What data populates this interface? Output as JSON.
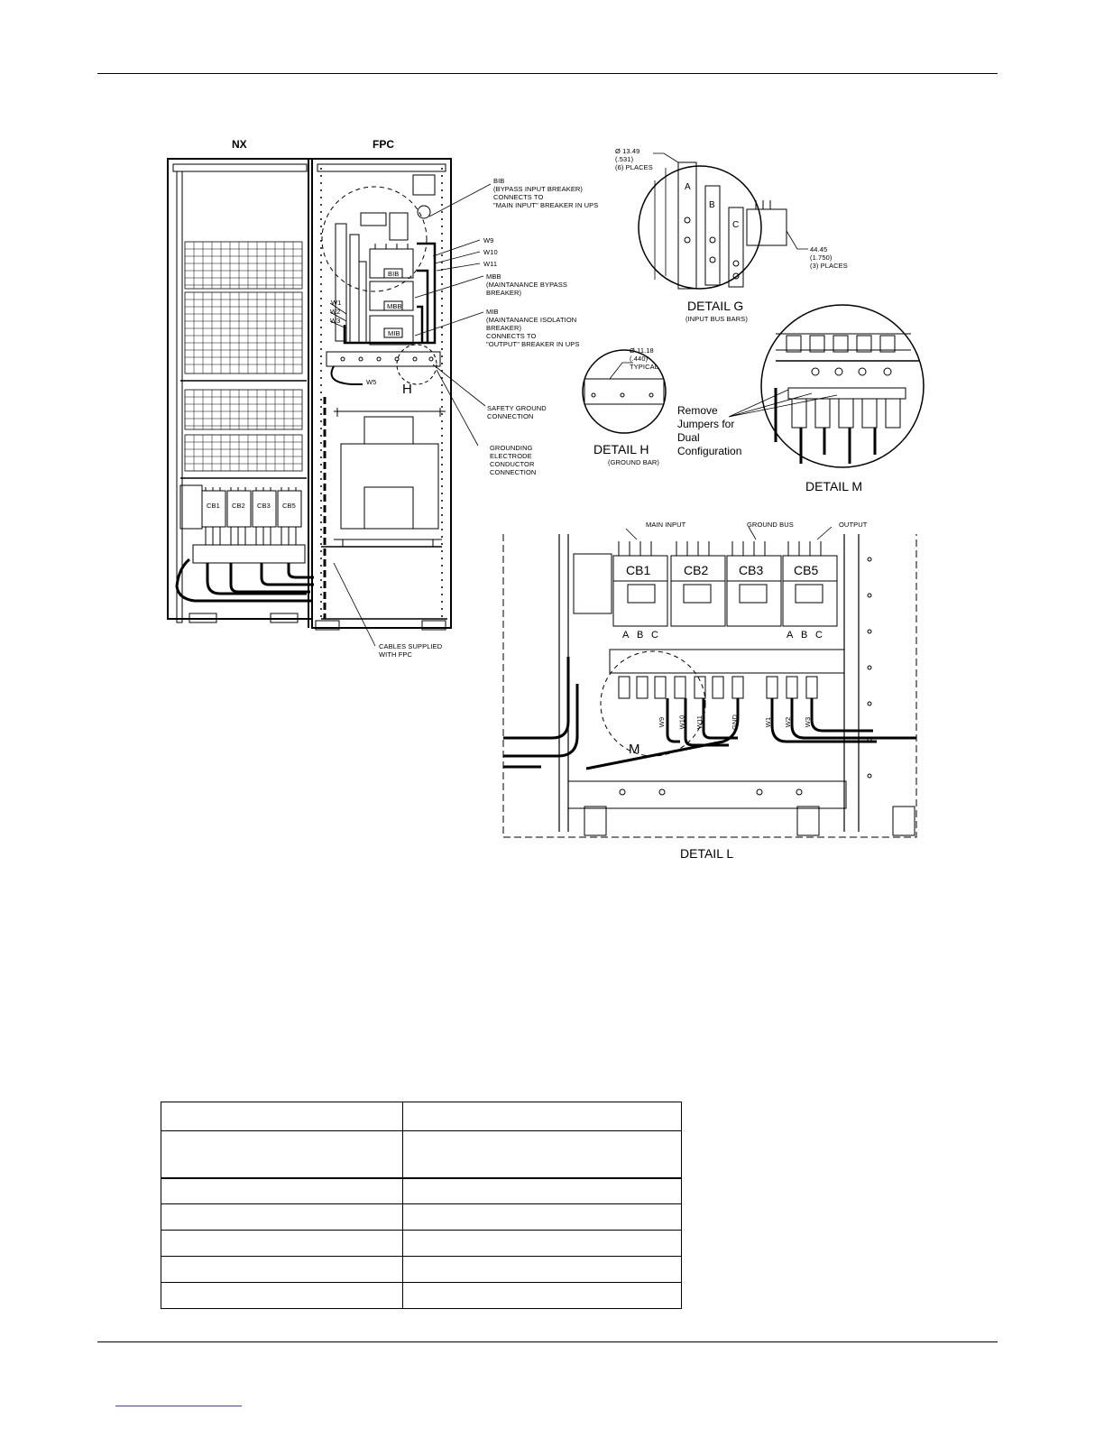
{
  "figure": {
    "panel_labels": {
      "nx": "NX",
      "fpc": "FPC"
    },
    "callouts": {
      "bib": [
        "BIB",
        "(BYPASS INPUT BREAKER)",
        "CONNECTS TO",
        "\"MAIN INPUT\" BREAKER IN UPS"
      ],
      "w9": "W9",
      "w10": "W10",
      "w11": "W11",
      "mbb": [
        "MBB",
        "(MAINTANANCE BYPASS",
        "BREAKER)"
      ],
      "mib": [
        "MIB",
        "(MAINTANANCE ISOLATION",
        "BREAKER)",
        "CONNECTS TO",
        "\"OUTPUT\" BREAKER IN UPS"
      ],
      "w1": "W1",
      "w2": "W2",
      "w3": "W3",
      "w5": "W5",
      "h_marker": "H",
      "safety_ground": [
        "SAFETY GROUND",
        "CONNECTION"
      ],
      "grounding_electrode": [
        "GROUNDING",
        "ELECTRODE",
        "CONDUCTOR",
        "CONNECTION"
      ],
      "cables_supplied": [
        "CABLES SUPPLIED",
        "WITH FPC"
      ]
    },
    "detail_g": {
      "title": "DETAIL G",
      "subtitle": "(INPUT BUS BARS)",
      "dim_holes": [
        "Ø 13.49",
        "(.531)",
        "(6) PLACES"
      ],
      "dim_spacing": [
        "44.45",
        "(1.750)",
        "(3) PLACES"
      ],
      "bars": [
        "A",
        "B",
        "C"
      ]
    },
    "detail_h": {
      "title": "DETAIL H",
      "subtitle": "(GROUND BAR)",
      "dim": [
        "Ø 11.18",
        "(.440)",
        "TYPICAL"
      ]
    },
    "detail_m": {
      "title": "DETAIL M",
      "note": [
        "Remove",
        "Jumpers for",
        "Dual",
        "Configuration"
      ]
    },
    "detail_l": {
      "title": "DETAIL L",
      "top_labels": {
        "main_input": "MAIN INPUT",
        "ground_bus": "GROUND BUS",
        "output": "OUTPUT"
      },
      "breakers": [
        "CB1",
        "CB2",
        "CB3",
        "CB5"
      ],
      "phases": [
        "A",
        "B",
        "C"
      ],
      "wire_labels": [
        "W9",
        "W10",
        "W11",
        "GND",
        "W1",
        "W2",
        "W3"
      ],
      "m_marker": "M"
    },
    "nx_breakers": [
      "CB1",
      "CB2",
      "CB3",
      "CB5"
    ],
    "fpc_breakers": [
      "BIB",
      "MBB",
      "MIB"
    ]
  },
  "table": {
    "rows": 7
  }
}
